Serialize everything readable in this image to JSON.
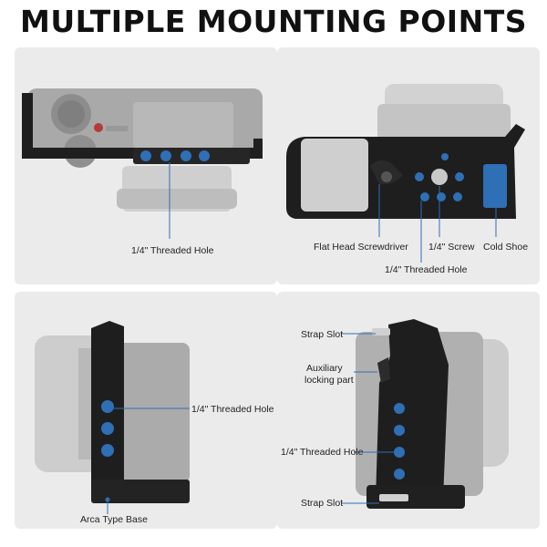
{
  "title": "MULTIPLE MOUNTING POINTS",
  "colors": {
    "accent": "#2f6fb6",
    "cage": "#1f1f1f",
    "camera": "#a6a6a6",
    "panel_bg": "#ebebeb"
  },
  "panels": [
    {
      "labels": {
        "threaded_hole": "1/4\" Threaded Hole"
      }
    },
    {
      "labels": {
        "flat_head_screwdriver": "Flat Head Screwdriver",
        "screw": "1/4\" Screw",
        "cold_shoe": "Cold Shoe",
        "threaded_hole": "1/4\" Threaded Hole"
      }
    },
    {
      "labels": {
        "threaded_hole": "1/4\" Threaded Hole",
        "arca_base": "Arca Type Base"
      }
    },
    {
      "labels": {
        "strap_slot_top": "Strap Slot",
        "auxiliary_line1": "Auxiliary",
        "auxiliary_line2": "locking part",
        "threaded_hole": "1/4\" Threaded Hole",
        "strap_slot_bottom": "Strap Slot"
      }
    }
  ]
}
